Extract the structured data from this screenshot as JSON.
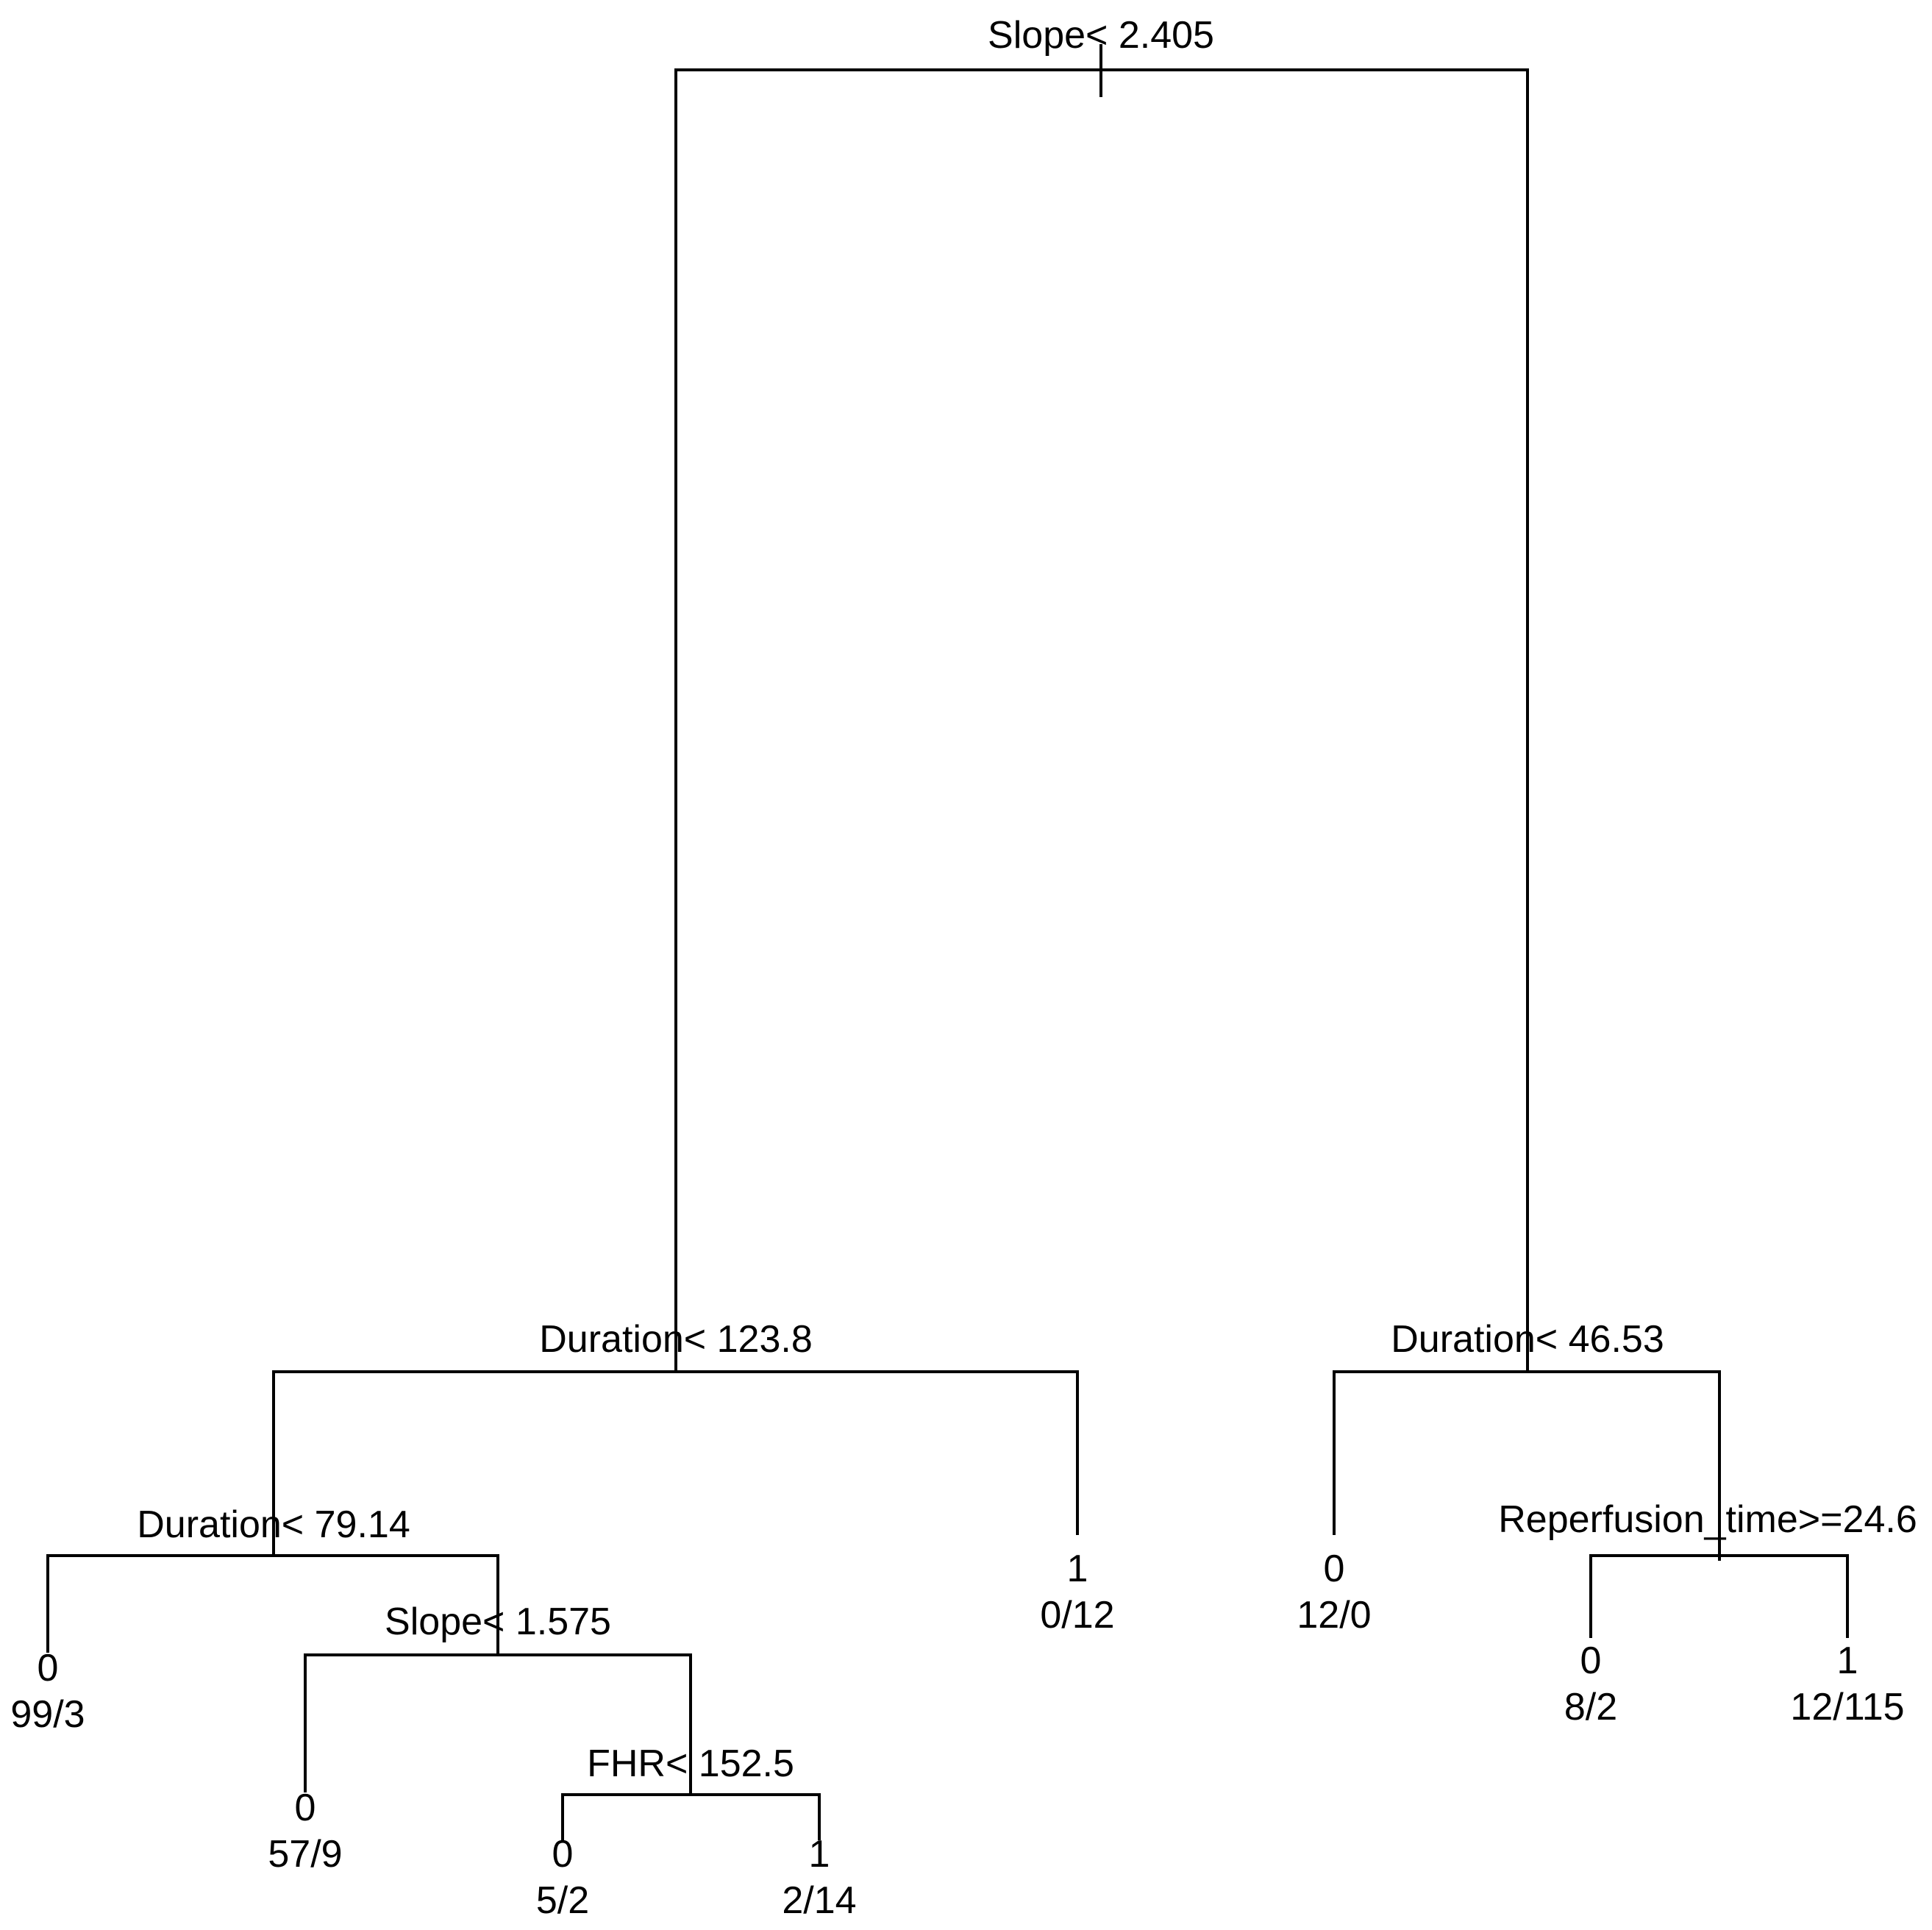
{
  "splits": {
    "root": "Slope< 2.405",
    "left": "Duration< 123.8",
    "right": "Duration< 46.53",
    "left_left": "Duration< 79.14",
    "left_left_right": "Slope< 1.575",
    "left_left_right_right": "FHR< 152.5",
    "right_right": "Reperfusion_time>=24.6"
  },
  "leaves": {
    "l1": {
      "class": "0",
      "counts": "99/3"
    },
    "l2": {
      "class": "0",
      "counts": "57/9"
    },
    "l3": {
      "class": "0",
      "counts": "5/2"
    },
    "l4": {
      "class": "1",
      "counts": "2/14"
    },
    "l5": {
      "class": "1",
      "counts": "0/12"
    },
    "l6": {
      "class": "0",
      "counts": "12/0"
    },
    "l7": {
      "class": "0",
      "counts": "8/2"
    },
    "l8": {
      "class": "1",
      "counts": "12/115"
    }
  }
}
